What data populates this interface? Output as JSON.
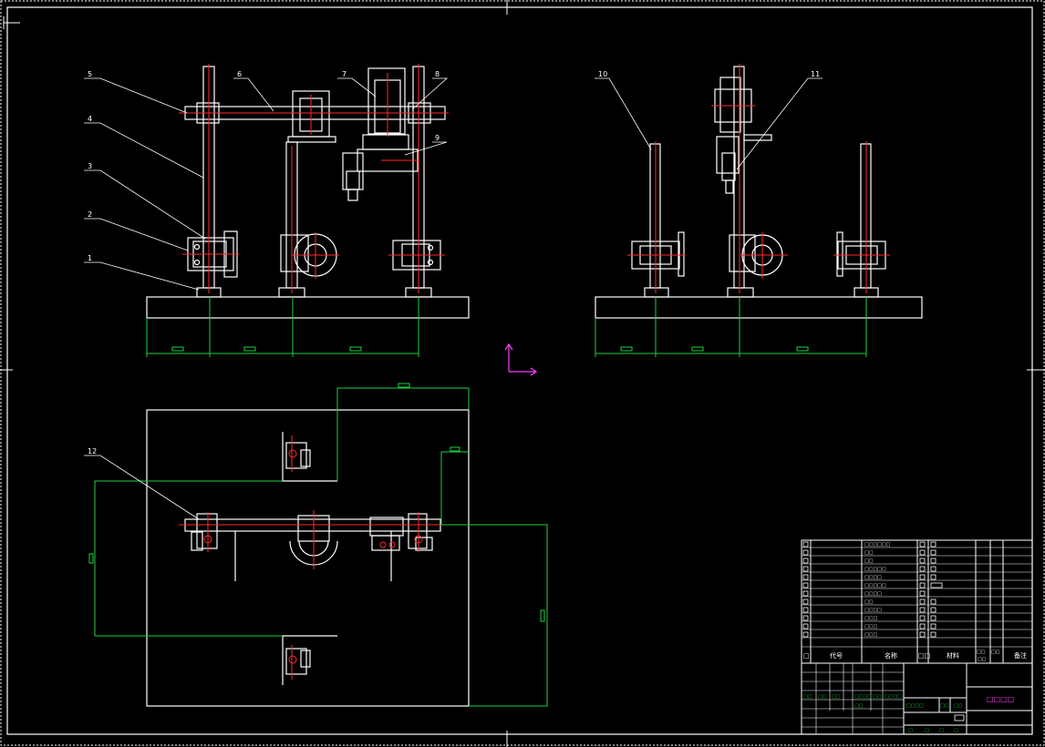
{
  "drawing": {
    "background": "#000000",
    "line_color": "#ffffff",
    "centerline_color": "#ff2a2a",
    "dimension_color": "#1fcf3f",
    "ucs_color": "#ff40ff",
    "balloons": [
      "1",
      "2",
      "3",
      "4",
      "5",
      "6",
      "7",
      "8",
      "9",
      "10",
      "11",
      "12"
    ]
  },
  "title_block": {
    "rows": [
      {
        "name": "□□□□□□"
      },
      {
        "name": "□□"
      },
      {
        "name": "□□"
      },
      {
        "name": "□□□□□"
      },
      {
        "name": "□□□□"
      },
      {
        "name": "□□□□□"
      },
      {
        "name": "□□□□"
      },
      {
        "name": "□□"
      },
      {
        "name": "□□□□"
      },
      {
        "name": "□□□"
      },
      {
        "name": "□□□"
      },
      {
        "name": "□□□"
      }
    ],
    "header": {
      "seq": "□",
      "code": "代号",
      "name": "名称",
      "qty": "□□",
      "material": "材料",
      "unit_weight": "□□",
      "total_weight": "□□",
      "weight": "□□",
      "remark": "备注"
    },
    "drawing_title": "□□□□",
    "sig_labels": [
      "□□",
      "□□",
      "□□",
      "□□□□",
      "□□",
      "□□□□"
    ],
    "stage_labels": [
      "□□□□",
      "□□",
      "□□",
      "□□"
    ],
    "scale_row": [
      "□",
      "□",
      "□",
      "□"
    ]
  },
  "icons": [
    "ucs-icon"
  ]
}
